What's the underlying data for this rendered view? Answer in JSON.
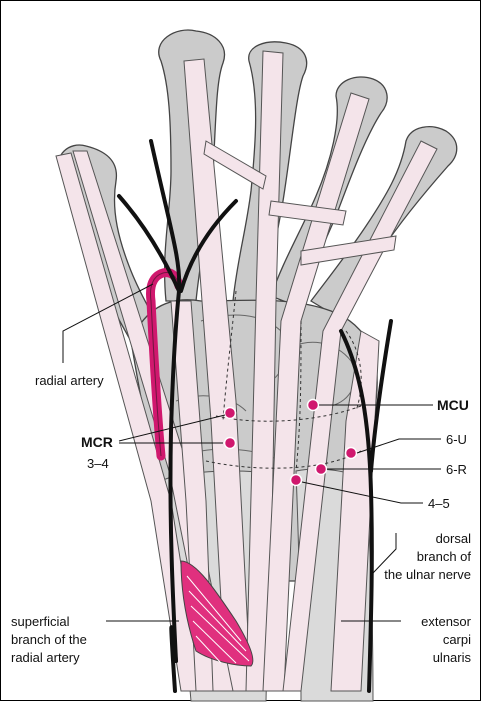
{
  "labels": {
    "radial_artery": "radial artery",
    "mcr": "MCR",
    "p34": "3–4",
    "mcu": "MCU",
    "p6u": "6-U",
    "p6r": "6-R",
    "p45": "4–5",
    "dorsal_branch_1": "dorsal",
    "dorsal_branch_2": "branch of",
    "dorsal_branch_3": "the ulnar nerve",
    "superficial_1": "superficial",
    "superficial_2": "branch of the",
    "superficial_3": "radial artery",
    "extensor_1": "extensor",
    "extensor_2": "carpi",
    "extensor_3": "ulnaris"
  },
  "colors": {
    "artery": "#d0186e",
    "portal": "#d0186e",
    "bone": "#cbcbcb",
    "tendon": "#f4e4ea",
    "nerve": "#111111"
  }
}
